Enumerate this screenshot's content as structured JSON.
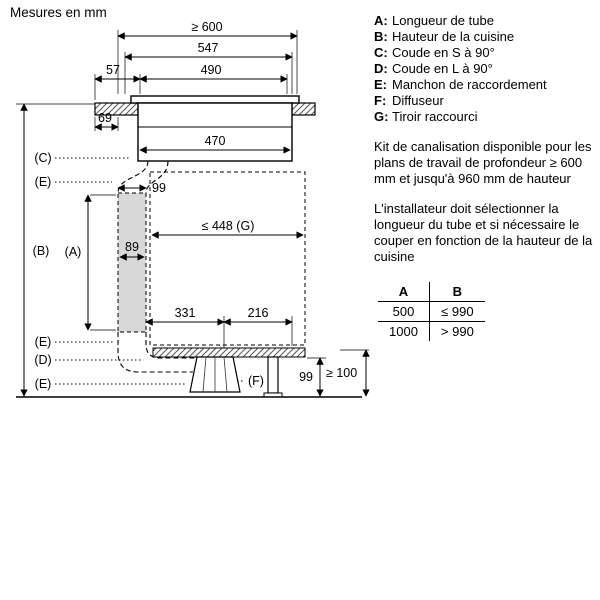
{
  "title": "Mesures en mm",
  "legend": {
    "items": [
      {
        "key": "A:",
        "label": "Longueur de tube"
      },
      {
        "key": "B:",
        "label": "Hauteur de la cuisine"
      },
      {
        "key": "C:",
        "label": "Coude en S à 90°"
      },
      {
        "key": "D:",
        "label": "Coude en L à 90°"
      },
      {
        "key": "E:",
        "label": "Manchon de raccordement"
      },
      {
        "key": "F:",
        "label": "Diffuseur"
      },
      {
        "key": "G:",
        "label": "Tiroir raccourci"
      }
    ]
  },
  "notes": {
    "kit": "Kit de canalisation disponible pour les plans de travail de profondeur ≥ 600 mm et jusqu'à 960 mm de hauteur",
    "installer": "L'installateur doit sélectionner la longueur du tube et si nécessaire le couper en fonction de la hauteur de la cuisine"
  },
  "table": {
    "headers": [
      "A",
      "B"
    ],
    "rows": [
      [
        "500",
        "≤ 990"
      ],
      [
        "1000",
        "> 990"
      ]
    ]
  },
  "diagram": {
    "dims": {
      "worktop_depth": "≥ 600",
      "d547": "547",
      "d57": "57",
      "d490": "490",
      "d69": "69",
      "d470": "470",
      "duct_width": "99",
      "drawer": "≤ 448 (G)",
      "tube_width": "89",
      "d331": "331",
      "d216": "216",
      "plinth_gap": "99",
      "plinth_min": "≥ 100"
    },
    "labels": {
      "A": "(A)",
      "B": "(B)",
      "C": "(C)",
      "D": "(D)",
      "E": "(E)",
      "F": "(F)"
    }
  }
}
